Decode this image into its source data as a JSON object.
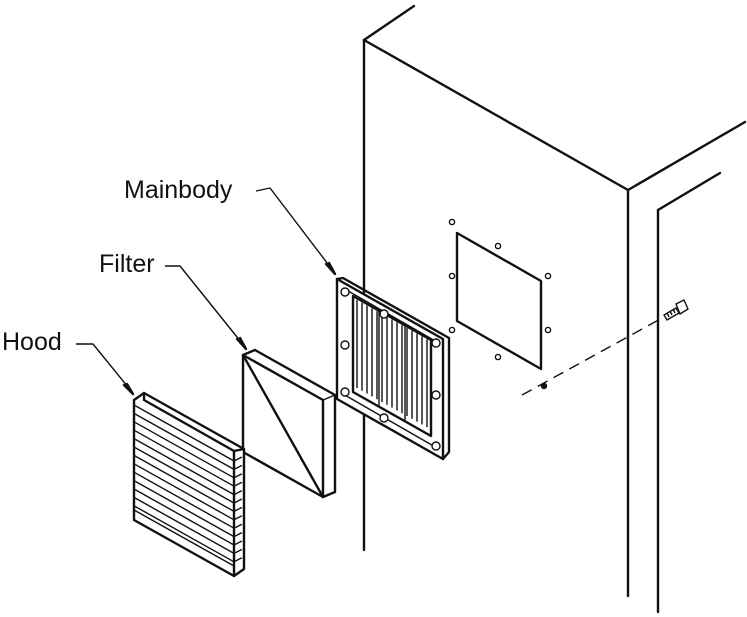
{
  "labels": {
    "mainbody": "Mainbody",
    "filter": "Filter",
    "hood": "Hood"
  }
}
